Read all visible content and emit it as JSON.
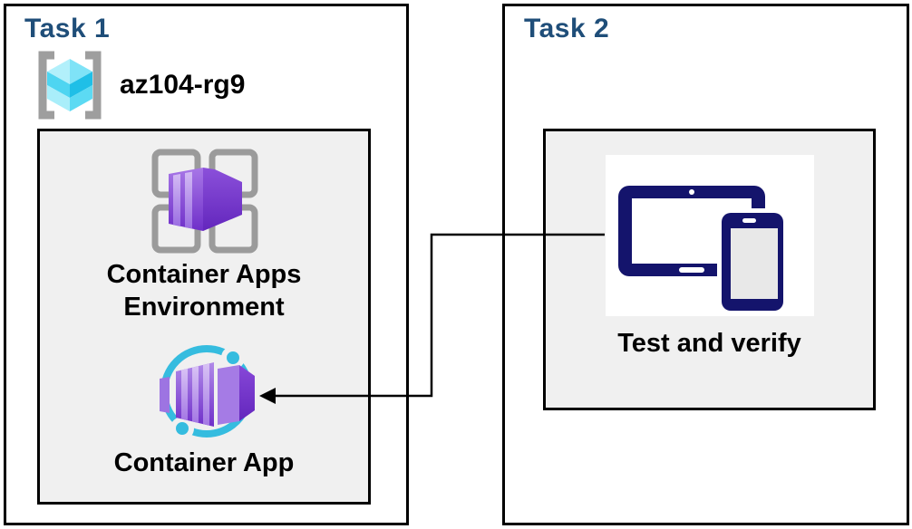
{
  "task1": {
    "title": "Task 1",
    "resource_group": {
      "name": "az104-rg9"
    },
    "env_box": {
      "label_lines": [
        "Container Apps",
        "Environment"
      ],
      "app_label": "Container App"
    }
  },
  "task2": {
    "title": "Task 2",
    "verify_label": "Test and verify"
  },
  "icons": {
    "resource_group": "resource-group-icon",
    "container_apps_environment": "container-apps-environment-icon",
    "container_app": "container-app-icon",
    "devices": "devices-icon",
    "connector": "arrow-connector"
  },
  "colors": {
    "title_navy": "#1F4E79",
    "device_navy": "#14146C",
    "container_purple": "#7434CE",
    "container_purple_light": "#A472E6",
    "cyan_ring": "#35BCDF",
    "cube_cyan": "#7FE3F7",
    "bracket_gray": "#9E9E9E",
    "frame_gray": "#9B9B9B",
    "box_fill_gray": "#F0F0F0",
    "border_black": "#000000",
    "background": "#FFFFFF"
  }
}
